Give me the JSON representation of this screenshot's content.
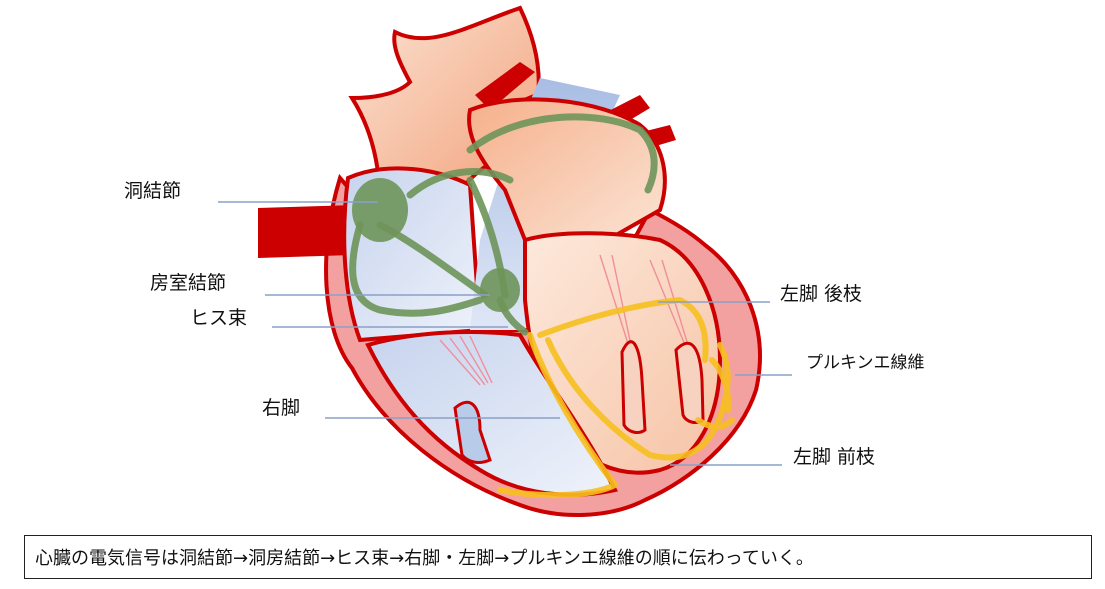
{
  "labels": {
    "sinoatrial_node": "洞結節",
    "av_node": "房室結節",
    "his_bundle": "ヒス束",
    "right_bundle": "右脚",
    "left_posterior": "左脚 後枝",
    "purkinje": "プルキンエ線維",
    "left_anterior": "左脚 前枝"
  },
  "caption": "心臓の電気信号は洞結節→洞房結節→ヒス束→右脚・左脚→プルキンエ線維の順に伝わっていく。",
  "colors": {
    "vessel_red": "#cc0000",
    "tissue_peach": "#f4b48f",
    "muscle_pink": "#f3a0a0",
    "chamber_blue": "#b8c8e6",
    "conduction_green": "#6e955a",
    "purkinje_yellow": "#f7c020",
    "leader_line": "#8aa0c8"
  }
}
